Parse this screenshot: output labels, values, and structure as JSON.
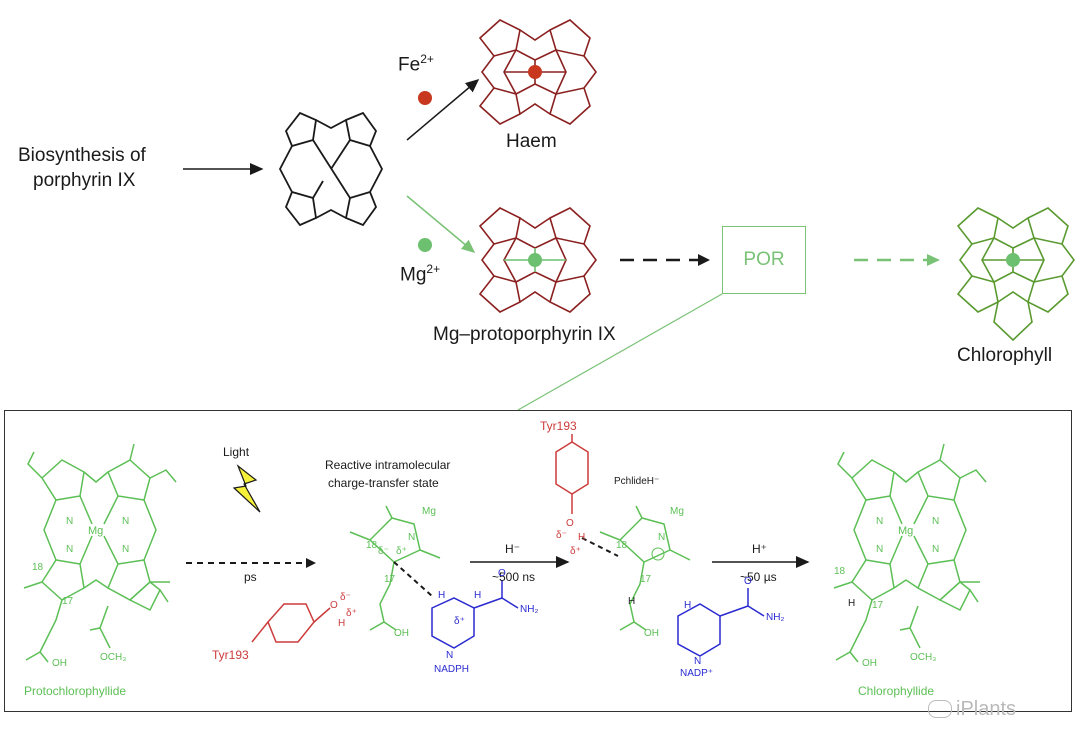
{
  "top": {
    "biosynthesis_line1": "Biosynthesis of",
    "biosynthesis_line2": "porphyrin IX",
    "fe_label": "Fe",
    "fe_charge": "2+",
    "mg_label": "Mg",
    "mg_charge": "2+",
    "haem_label": "Haem",
    "mg_proto_label": "Mg–protoporphyrin IX",
    "por_label": "POR",
    "chlorophyll_label": "Chlorophyll"
  },
  "panel": {
    "light_label": "Light",
    "ps_label": "ps",
    "reactive_line1": "Reactive intramolecular",
    "reactive_line2": "charge-transfer state",
    "tyr_top": "Tyr193",
    "tyr_left": "Tyr193",
    "pchlide_label": "PchlideH⁻",
    "hminus": "H⁻",
    "time1": "~500 ns",
    "hplus": "H⁺",
    "time2": "~50 µs",
    "protochlorophyllide": "Protochlorophyllide",
    "chlorophyllide": "Chlorophyllide",
    "nadph": "NADPH",
    "nadp": "NADP⁺",
    "mg": "Mg",
    "n": "N",
    "num18": "18",
    "num17": "17",
    "oh": "OH",
    "och3": "OCH₃",
    "o": "O",
    "nh2": "NH₂",
    "h": "H",
    "delta_minus": "δ⁻",
    "delta_plus": "δ⁺"
  },
  "watermark": "iPlants",
  "colors": {
    "dark": "#1a1a1a",
    "haem": "#8b2020",
    "haem_center": "#c8381f",
    "mg_center": "#6cc070",
    "chlorophyll": "#5a9a30",
    "chemistry_green": "#5cbf55",
    "tyrosine_red": "#cc3b3b",
    "nadph_blue": "#2a2ad0",
    "lightning": "#f5f03a"
  }
}
